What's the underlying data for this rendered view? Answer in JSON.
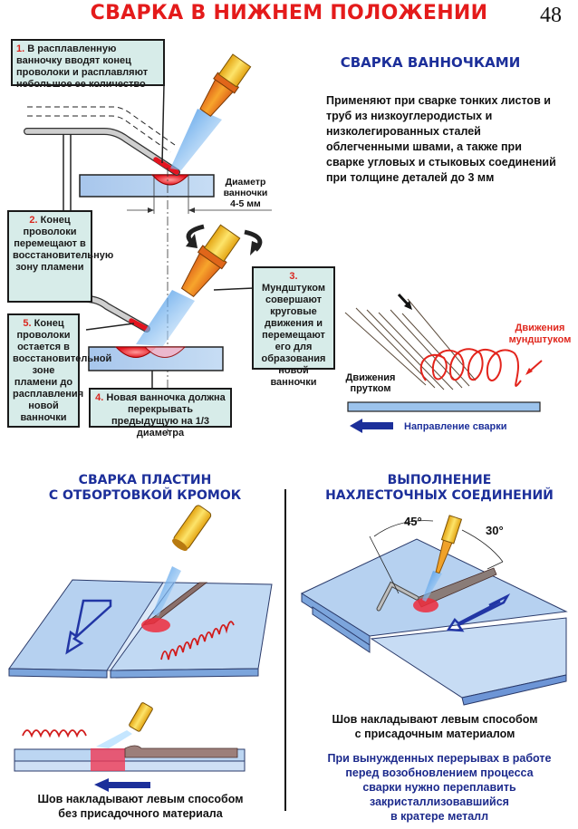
{
  "header": {
    "title": "СВАРКА В НИЖНЕМ ПОЛОЖЕНИИ",
    "page_number": "48"
  },
  "puddle_section": {
    "heading": "СВАРКА ВАННОЧКАМИ",
    "description": "Применяют при сварке тонких листов и труб из низкоуглеродистых и низколегированных сталей облегченными швами, а также при сварке угловых и стыковых соединений при толщине деталей до 3 мм",
    "steps": [
      {
        "num": "1.",
        "text": "В расплавленную ванночку вводят конец проволоки и расплавляют небольшое ее количество"
      },
      {
        "num": "2.",
        "text": "Конец проволоки перемещают в восстановительную зону пламени"
      },
      {
        "num": "3.",
        "text": "Мундштуком совершают круговые движения и перемещают его для образования новой ванночки"
      },
      {
        "num": "4.",
        "text": "Новая ванночка должна перекрывать предыдущую на 1/3 диаметра"
      },
      {
        "num": "5.",
        "text": "Конец проволоки остается в восстановительной зоне пламени до расплавления новой ванночки"
      }
    ],
    "diameter_label": "Диаметр ванночки",
    "diameter_value": "4-5 мм",
    "rod_motion_label": "Движения прутком",
    "tip_motion_label": "Движения мундштуком",
    "direction_label": "Направление сварки"
  },
  "flanged_section": {
    "heading_line1": "СВАРКА ПЛАСТИН",
    "heading_line2": "С ОТБОРТОВКОЙ КРОМОК",
    "caption_line1": "Шов накладывают левым способом",
    "caption_line2": "без присадочного материала"
  },
  "lap_section": {
    "heading_line1": "ВЫПОЛНЕНИЕ",
    "heading_line2": "НАХЛЕСТОЧНЫХ СОЕДИНЕНИЙ",
    "angle_rod": "45°",
    "angle_torch": "30°",
    "caption_line1": "Шов накладывают левым способом",
    "caption_line2": "с присадочным материалом",
    "note_lines": [
      "При вынужденных перерывах в работе",
      "перед возобновлением процесса",
      "сварки нужно переплавить",
      "закристаллизовавшийся",
      "в кратере металл"
    ]
  },
  "colors": {
    "title_red": "#e41b1b",
    "heading_blue": "#1c2f9a",
    "box_fill": "#d7ece9",
    "plate_blue": "#a9c9ee",
    "torch_yellow": "#f2c22a",
    "torch_orange": "#e77b16",
    "molten_red": "#e8222a"
  }
}
